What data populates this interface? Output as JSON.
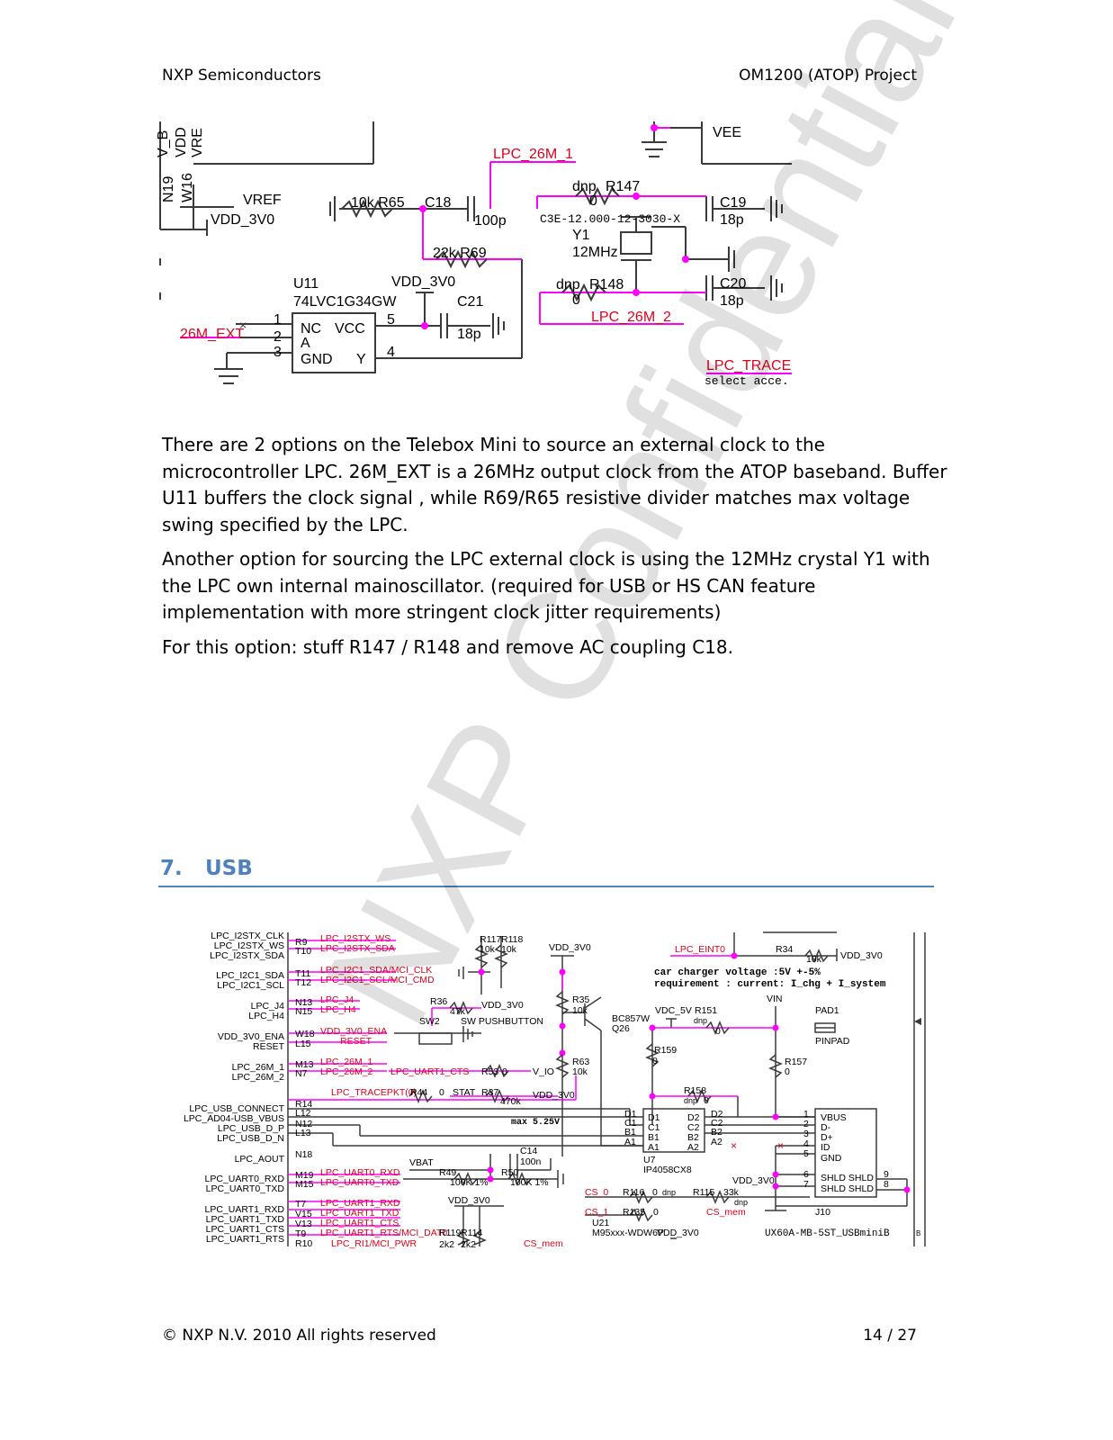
{
  "header": {
    "left": "NXP Semiconductors",
    "right": "OM1200 (ATOP) Project"
  },
  "schematic_top": {
    "pins": [
      "V_B",
      "VDD",
      "VRE",
      "N19",
      "W16"
    ],
    "labels": {
      "vref": "VREF",
      "vdd1": "VDD_3V0",
      "vee": "VEE",
      "lpc26m1": "LPC_26M_1",
      "lpc26m2": "LPC_26M_2",
      "r65": "10k R65",
      "c18": "C18",
      "c18v": "100p",
      "r69": "22k R69",
      "dnp1": "dnp",
      "r147": "R147",
      "r147v": "0",
      "xtal": "C3E-12.000-12-3030-X",
      "y1": "Y1",
      "y1v": "12MHz",
      "c19": "C19",
      "c19v": "18p",
      "c20": "C20",
      "c20v": "18p",
      "dnp2": "dnp",
      "r148": "R148",
      "r148v": "0",
      "u11": "U11",
      "u11p": "74LVC1G34GW",
      "vdd2": "VDD_3V0",
      "c21": "C21",
      "c21v": "18p",
      "nc": "NC",
      "vcc": "VCC",
      "a": "A",
      "gnd": "GND",
      "y": "Y",
      "p1": "1",
      "p2": "2",
      "p3": "3",
      "p4": "4",
      "p5": "5",
      "ext": "26M_EXT",
      "trace": "LPC_TRACE",
      "acce": "select acce."
    }
  },
  "body": {
    "p1": "There are 2 options on the Telebox Mini to source an external clock to the microcontroller LPC.  26M_EXT is a 26MHz output clock from the ATOP baseband. Buffer U11 buffers the clock signal , while R69/R65 resistive divider matches max voltage swing specified  by the LPC.",
    "p2": "Another option for sourcing the LPC external clock is using the 12MHz crystal Y1 with the LPC own internal mainoscillator. (required for USB or HS CAN feature implementation with more stringent clock jitter requirements)",
    "p3": "For this option: stuff R147 / R148 and remove AC coupling C18."
  },
  "section": {
    "number": "7.",
    "title": "USB"
  },
  "schematic_bottom": {
    "left_nets": [
      "LPC_I2STX_CLK",
      "LPC_I2STX_WS",
      "LPC_I2STX_SDA",
      "LPC_I2C1_SDA",
      "LPC_I2C1_SCL",
      "LPC_J4",
      "LPC_H4",
      "VDD_3V0_ENA",
      "RESET",
      "LPC_26M_1",
      "LPC_26M_2",
      "LPC_USB_CONNECT",
      "LPC_AD04-USB_VBUS",
      "LPC_USB_D_P",
      "LPC_USB_D_N",
      "LPC_AOUT",
      "LPC_UART0_RXD",
      "LPC_UART0_TXD",
      "LPC_UART1_RXD",
      "LPC_UART1_TXD",
      "LPC_UART1_CTS",
      "LPC_UART1_RTS"
    ],
    "pins": [
      "R9",
      "T10",
      "T11",
      "T12",
      "N13",
      "N15",
      "W18",
      "L15",
      "M13",
      "N7",
      "R14",
      "L12",
      "N12",
      "L13",
      "N18",
      "M19",
      "M15",
      "T7",
      "V15",
      "V13",
      "T9",
      "R10"
    ],
    "red_nets": [
      "LPC_I2STX_WS",
      "LPC_I2STX_SDA",
      "LPC_I2C1_SDA/MCI_CLK",
      "LPC_I2C1_SCL/MCI_CMD",
      "LPC_J4",
      "LPC_H4",
      "VDD_3V0_ENA",
      "RESET",
      "LPC_26M_1",
      "LPC_26M_2",
      "LPC_UART1_CTS",
      "LPC_TRACEPKT(0)",
      "LPC_UART0_RXD",
      "LPC_UART0_TXD",
      "LPC_UART1_RXD",
      "LPC_UART1_TXD",
      "LPC_UART1_CTS",
      "LPC_UART1_RTS/MCI_DAT0",
      "LPC_RI1/MCI_PWR",
      "LPC_EINT0",
      "CS_0",
      "CS_1",
      "CS_mem",
      "CS_mem"
    ],
    "labels": {
      "r117": "R117",
      "r118": "R118",
      "k10a": "10k",
      "k10b": "10k",
      "vdd_a": "VDD_3V0",
      "eint": "LPC_EINT0",
      "r34": "R34",
      "r34v": "10k",
      "vdd_b": "VDD_3V0",
      "car1": "car charger voltage :5V +-5%",
      "car2": "requirement : current: I_chg + I_system",
      "r36": "R36",
      "r36v": "47k",
      "vdd_c": "VDD_3V0",
      "sw2": "SW2",
      "swp": "SW PUSHBUTTON",
      "r35": "R35",
      "r35v": "10k",
      "q": "BC857W",
      "q26": "Q26",
      "vdc": "VDC_5V",
      "r151": "R151",
      "dnp3": "dnp",
      "r151v": "0",
      "vin": "VIN",
      "pad1": "PAD1",
      "pinpad": "PINPAD",
      "r159": "R159",
      "r159v": "0",
      "r63": "R63",
      "r63v": "10k",
      "r157": "R157",
      "r157v": "0",
      "r53": "R53",
      "r53v": "0",
      "vio": "V_IO",
      "r44": "R44",
      "r44v": "0",
      "stat": "STAT",
      "r37": "R37",
      "r37v": "470k",
      "vdd_d": "VDD_3V0",
      "r158": "R158",
      "dnp4": "dnp",
      "r158v": "0",
      "max": "max 5.25V",
      "d1": "D1",
      "c1": "C1",
      "b1": "B1",
      "a1": "A1",
      "d2": "D2",
      "c2": "C2",
      "b2": "B2",
      "a2": "A2",
      "u7": "U7",
      "u7p": "IP4058CX8",
      "vbus": "VBUS",
      "dm": "D-",
      "dp": "D+",
      "id": "ID",
      "gnd": "GND",
      "shld1": "SHLD SHLD",
      "shld2": "SHLD SHLD",
      "n1": "1",
      "n2": "2",
      "n3": "3",
      "n4": "4",
      "n5": "5",
      "n6": "6",
      "n7": "7",
      "n9": "9",
      "n8": "8",
      "c14": "C14",
      "c14v": "100n",
      "vbat": "VBAT",
      "r49": "R49",
      "r49v": "100K 1%",
      "r50": "R50",
      "r50v": "100K 1%",
      "vdd_e": "VDD_3V0",
      "vdd_f": "VDD_3V0",
      "r116": "R116",
      "r116v": "0",
      "dnp5": "dnp",
      "r115": "R115",
      "r115v": "33k",
      "dnp6": "dnp",
      "j10": "J10",
      "r135": "R135",
      "r135v": "0",
      "u21": "U21",
      "u21p": "M95xxx-WDW6P",
      "vdd_g": "VDD_3V0",
      "r119": "R119",
      "r114": "R114",
      "k2a": "2k2",
      "k2b": "2k2",
      "conn": "UX60A-MB-5ST_USBminiB",
      "b": "B"
    }
  },
  "footer": {
    "left": "© NXP N.V. 2010 All rights reserved",
    "right": "14 / 27"
  },
  "watermark": "NXP Confidential",
  "colors": {
    "net_red": "#e0001b",
    "wire_magenta": "#ff00ff",
    "wire_dark": "#3b3b3b",
    "accent_blue": "#4f81bd"
  }
}
